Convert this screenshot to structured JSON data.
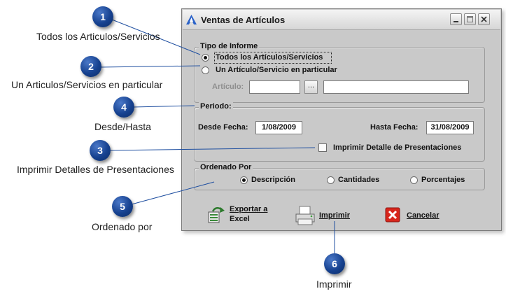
{
  "window": {
    "title": "Ventas de Artículos",
    "controls": [
      "minimize",
      "maximize",
      "close"
    ]
  },
  "tipo_informe": {
    "label": "Tipo de Informe",
    "options": [
      {
        "label": "Todos los Artículos/Servicios",
        "selected": true
      },
      {
        "label": "Un Artículo/Servicio en particular",
        "selected": false
      }
    ],
    "articulo_label": "Artículo:",
    "articulo_code": "",
    "articulo_desc": "",
    "browse_label": "..."
  },
  "periodo": {
    "label": "Periodo:",
    "desde_label": "Desde Fecha:",
    "desde_value": "1/08/2009",
    "hasta_label": "Hasta Fecha:",
    "hasta_value": "31/08/2009",
    "detalle_label": "Imprimir Detalle de Presentaciones",
    "detalle_checked": false
  },
  "ordenado": {
    "label": "Ordenado Por",
    "options": [
      {
        "label": "Descripción",
        "selected": true
      },
      {
        "label": "Cantidades",
        "selected": false
      },
      {
        "label": "Porcentajes",
        "selected": false
      }
    ]
  },
  "buttons": {
    "exportar_line1": "Exportar a",
    "exportar_line2": "Excel",
    "imprimir": "Imprimir",
    "cancelar": "Cancelar"
  },
  "annotations": [
    {
      "number": "1",
      "label": "Todos los Articulos/Servicios"
    },
    {
      "number": "2",
      "label": "Un Articulos/Servicios en particular"
    },
    {
      "number": "4",
      "label": "Desde/Hasta"
    },
    {
      "number": "3",
      "label": "Imprimir Detalles de Presentaciones"
    },
    {
      "number": "5",
      "label": "Ordenado por"
    },
    {
      "number": "6",
      "label": "Imprimir"
    }
  ],
  "colors": {
    "bubble": "#16418f",
    "window_bg": "#c9c9c9",
    "connector": "#1f4fa0",
    "cancel_icon": "#d8261c"
  }
}
